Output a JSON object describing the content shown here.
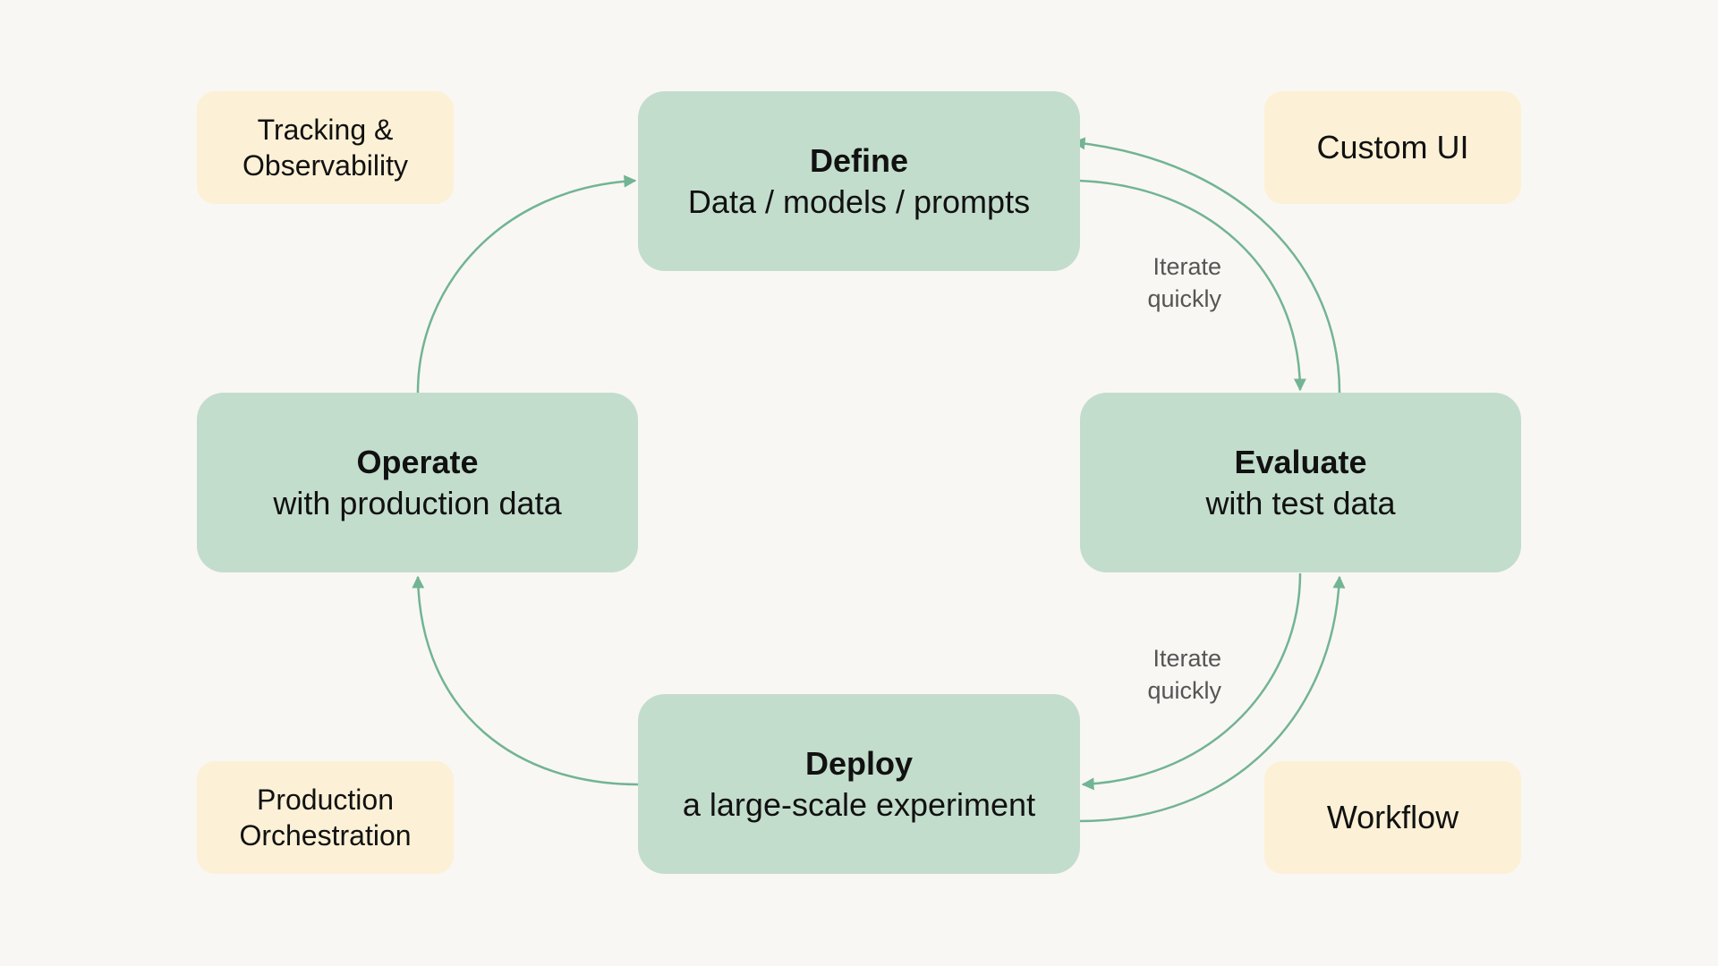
{
  "nodes": {
    "define": {
      "title": "Define",
      "subtitle": "Data / models / prompts"
    },
    "evaluate": {
      "title": "Evaluate",
      "subtitle": "with test data"
    },
    "deploy": {
      "title": "Deploy",
      "subtitle": "a large-scale experiment"
    },
    "operate": {
      "title": "Operate",
      "subtitle": "with production data"
    }
  },
  "tags": {
    "tracking": "Tracking &\nObservability",
    "custom_ui": "Custom UI",
    "production": "Production\nOrchestration",
    "workflow": "Workflow"
  },
  "edge_labels": {
    "top": "Iterate\nquickly",
    "bottom": "Iterate\nquickly"
  },
  "colors": {
    "background": "#f9f7f3",
    "node_fill": "#c3ddcd",
    "tag_fill": "#fcf1d6",
    "edge_stroke": "#72b493",
    "label_text": "#555555"
  }
}
